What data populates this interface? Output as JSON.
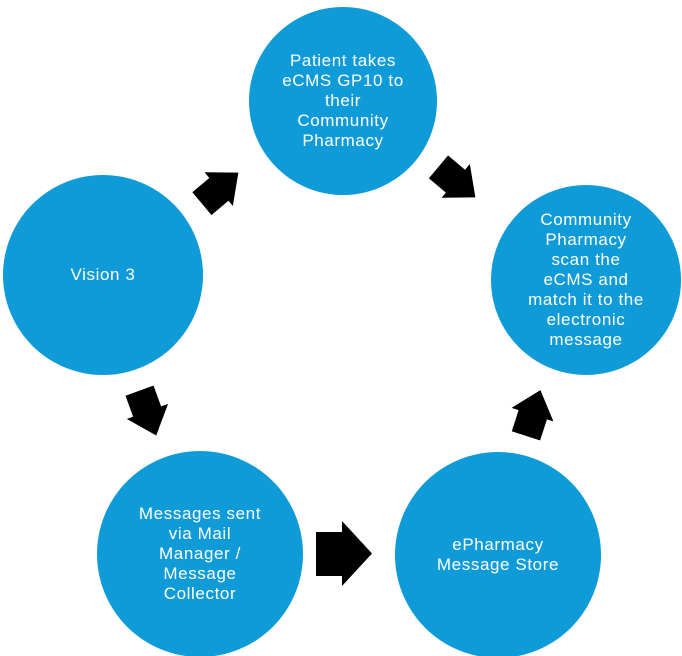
{
  "background_color": "#FFFFFF",
  "colors": {
    "circle_fill": "#0F9BD7",
    "arrow_fill": "#000000",
    "label_text": "#FFFFFF"
  },
  "nodes": [
    {
      "id": "vision-3",
      "label": "Vision 3"
    },
    {
      "id": "patient-takes-ecms",
      "label": "Patient takes\neCMS GP10 to\ntheir\nCommunity\nPharmacy"
    },
    {
      "id": "community-pharmacy-scan",
      "label": "Community\nPharmacy\nscan the\neCMS and\nmatch it to the\nelectronic\nmessage"
    },
    {
      "id": "messages-sent",
      "label": "Messages sent\nvia Mail\nManager /\nMessage\nCollector"
    },
    {
      "id": "epharmacy-message-store",
      "label": "ePharmacy\nMessage Store"
    }
  ],
  "arrows": [
    {
      "id": "vision-to-patient",
      "from": "vision-3",
      "to": "patient-takes-ecms",
      "direction": "up-right"
    },
    {
      "id": "patient-to-community",
      "from": "patient-takes-ecms",
      "to": "community-pharmacy-scan",
      "direction": "down-right"
    },
    {
      "id": "vision-to-messages",
      "from": "vision-3",
      "to": "messages-sent",
      "direction": "down"
    },
    {
      "id": "messages-to-epharmacy",
      "from": "messages-sent",
      "to": "epharmacy-message-store",
      "direction": "right"
    },
    {
      "id": "epharmacy-to-community",
      "from": "epharmacy-message-store",
      "to": "community-pharmacy-scan",
      "direction": "up"
    }
  ]
}
